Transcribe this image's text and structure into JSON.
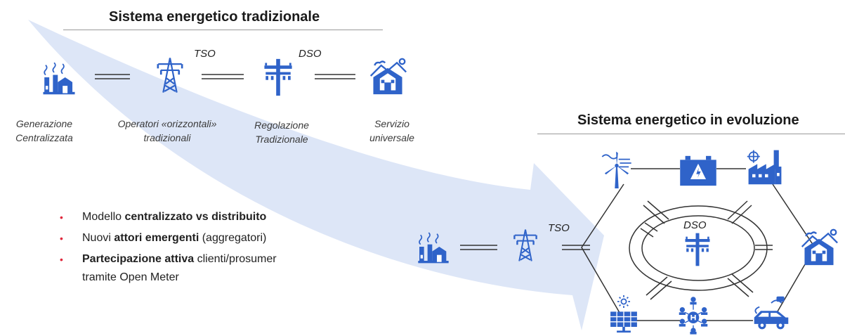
{
  "colors": {
    "icon_blue": "#2f63c9",
    "arrow_fill": "#dde6f7",
    "bullet_red": "#e0283c"
  },
  "traditional": {
    "title": "Sistema energetico tradizionale",
    "labels": {
      "tso": "TSO",
      "dso": "DSO"
    },
    "captions": [
      {
        "line1": "Generazione",
        "line2": "Centralizzata"
      },
      {
        "line1": "Operatori «orizzontali»",
        "line2": "tradizionali"
      },
      {
        "line1": "Regolazione",
        "line2": "Tradizionale"
      },
      {
        "line1": "Servizio",
        "line2": "universale"
      }
    ]
  },
  "evolution": {
    "title": "Sistema energetico in evoluzione",
    "labels": {
      "tso": "TSO",
      "dso": "DSO"
    }
  },
  "bullets": [
    {
      "plain1": "Modello ",
      "bold": "centralizzato vs distribuito",
      "plain2": ""
    },
    {
      "plain1": "Nuovi ",
      "bold": "attori emergenti",
      "plain2": " (aggregatori)"
    },
    {
      "plain1": "",
      "bold": "Partecipazione attiva",
      "plain2": " clienti/prosumer",
      "line2": "tramite Open Meter"
    }
  ],
  "icons": [
    "factory-icon",
    "transmission-tower-icon",
    "distribution-pole-icon",
    "house-icon",
    "wind-turbine-icon",
    "battery-icon",
    "industry-icon",
    "solar-panel-icon",
    "community-icon",
    "electric-car-icon"
  ]
}
